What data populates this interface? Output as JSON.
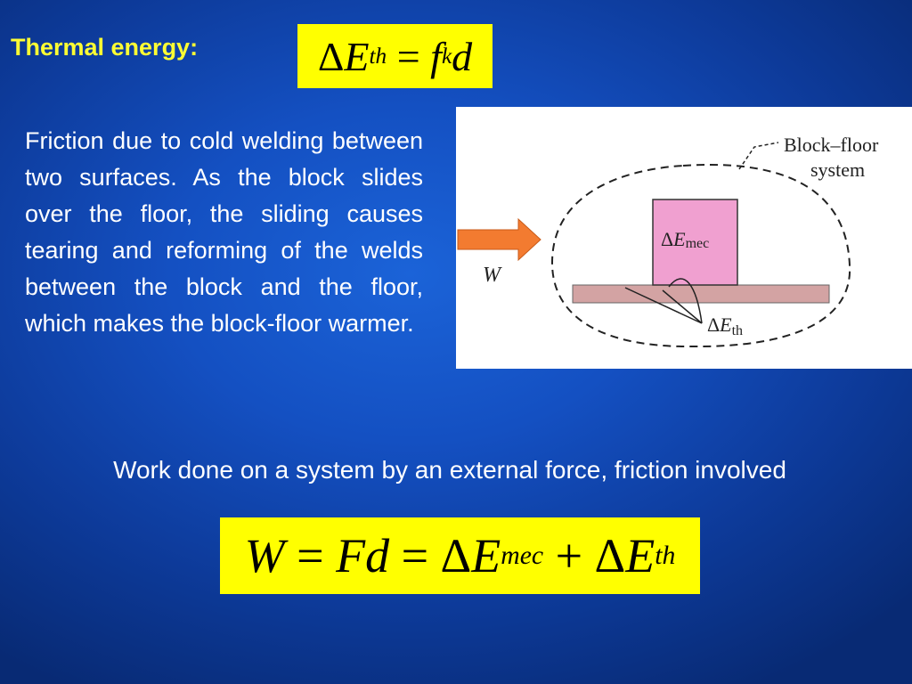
{
  "heading": "Thermal energy:",
  "equation1": {
    "lhs_delta": "Δ",
    "lhs_var": "E",
    "lhs_sub": "th",
    "eq": "=",
    "rhs_var": "f",
    "rhs_sub": "k",
    "rhs_tail": "d"
  },
  "paragraph": "Friction due to cold welding between two surfaces.  As the block slides over the floor, the sliding causes tearing and reforming of the welds between the block and the floor, which makes the block-floor warmer.",
  "figure": {
    "system_label_line1": "Block–floor",
    "system_label_line2": "system",
    "work_label": "W",
    "mec_delta": "Δ",
    "mec_var": "E",
    "mec_sub": "mec",
    "th_delta": "Δ",
    "th_var": "E",
    "th_sub": "th",
    "colors": {
      "block": "#f0a0d0",
      "floor": "#d3a3a3",
      "arrow": "#f37b30"
    }
  },
  "caption": "Work done on a system by an external force, friction involved",
  "equation2": {
    "w": "W",
    "eq1": "=",
    "fd": "Fd",
    "eq2": "=",
    "d1": "Δ",
    "e1": "E",
    "s1": "mec",
    "plus": "+",
    "d2": "Δ",
    "e2": "E",
    "s2": "th"
  }
}
